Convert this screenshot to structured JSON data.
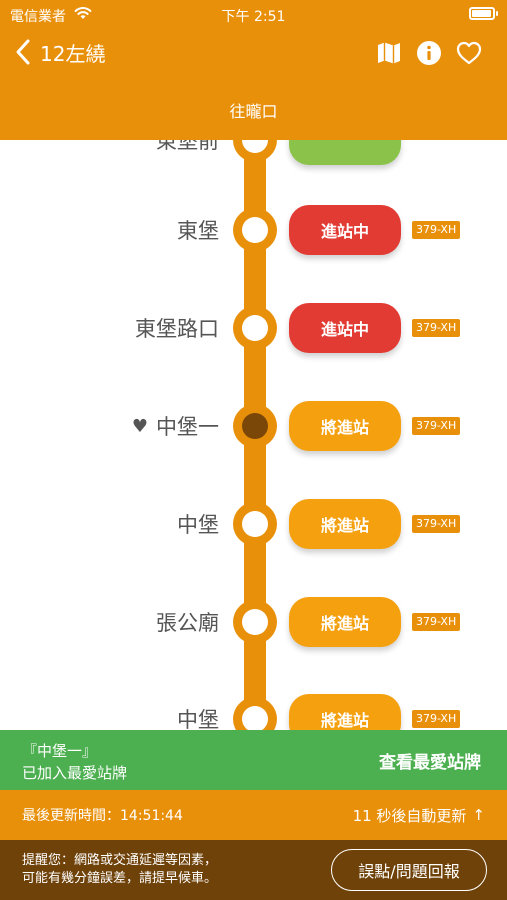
{
  "status_bar": {
    "carrier": "電信業者",
    "time": "下午 2:51"
  },
  "nav": {
    "route_name": "12左繞",
    "direction": "往曨口"
  },
  "stops": [
    {
      "name": "東堡前",
      "eta": "",
      "plate": "",
      "status": "green",
      "favorite": false,
      "current": false
    },
    {
      "name": "東堡",
      "eta": "進站中",
      "plate": "379-XH",
      "status": "red",
      "favorite": false,
      "current": false
    },
    {
      "name": "東堡路口",
      "eta": "進站中",
      "plate": "379-XH",
      "status": "red",
      "favorite": false,
      "current": false
    },
    {
      "name": "中堡一",
      "eta": "將進站",
      "plate": "379-XH",
      "status": "orange",
      "favorite": true,
      "current": true
    },
    {
      "name": "中堡",
      "eta": "將進站",
      "plate": "379-XH",
      "status": "orange",
      "favorite": false,
      "current": false
    },
    {
      "name": "張公廟",
      "eta": "將進站",
      "plate": "379-XH",
      "status": "orange",
      "favorite": false,
      "current": false
    },
    {
      "name": "中堡",
      "eta": "將進站",
      "plate": "379-XH",
      "status": "orange",
      "favorite": false,
      "current": false
    }
  ],
  "favorite_banner": {
    "title": "『中堡一』",
    "subtitle": "已加入最愛站牌",
    "action_label": "查看最愛站牌"
  },
  "update_bar": {
    "last_update": "最後更新時間：14:51:44",
    "auto_refresh": "11 秒後自動更新",
    "arrow": "↑"
  },
  "footer": {
    "notice_line1": "提醒您：網路或交通延遲等因素，",
    "notice_line2": "可能有幾分鐘誤差，請提早候車。",
    "report_label": "誤點/問題回報"
  },
  "colors": {
    "primary": "#E9900B",
    "eta_red": "#E23B33",
    "eta_orange": "#F5A00F",
    "eta_green": "#8BC34A",
    "banner_green": "#4CAF50",
    "footer_brown": "#6F420A",
    "current_stop": "#7A4708"
  },
  "icons": [
    "back-chevron-icon",
    "map-icon",
    "info-icon",
    "heart-icon",
    "wifi-icon",
    "battery-icon"
  ]
}
